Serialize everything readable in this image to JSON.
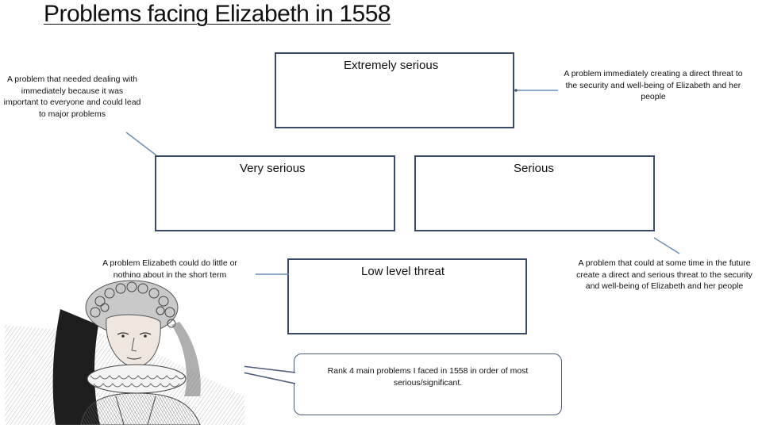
{
  "title": "Problems facing Elizabeth in 1558",
  "boxes": {
    "extremely_serious": "Extremely serious",
    "very_serious": "Very serious",
    "serious": "Serious",
    "low_level_threat": "Low level threat"
  },
  "notes": {
    "left_top": "A problem that needed dealing with immediately because it was important to everyone and could lead to major problems",
    "right_top": "A problem immediately creating a direct threat to the security and well-being of Elizabeth and her people",
    "left_mid": "A problem Elizabeth could do little or nothing about in the short term",
    "right_mid": "A problem that could at some time in the future create a direct and serious threat to the security and well-being of Elizabeth and her people"
  },
  "speech": "Rank 4 main problems I faced in 1558 in order of most serious/significant.",
  "colors": {
    "box_border": "#3b4a66",
    "connector": "#6b8fb8"
  },
  "icons": {
    "portrait": "elizabeth-portrait-sketch"
  }
}
